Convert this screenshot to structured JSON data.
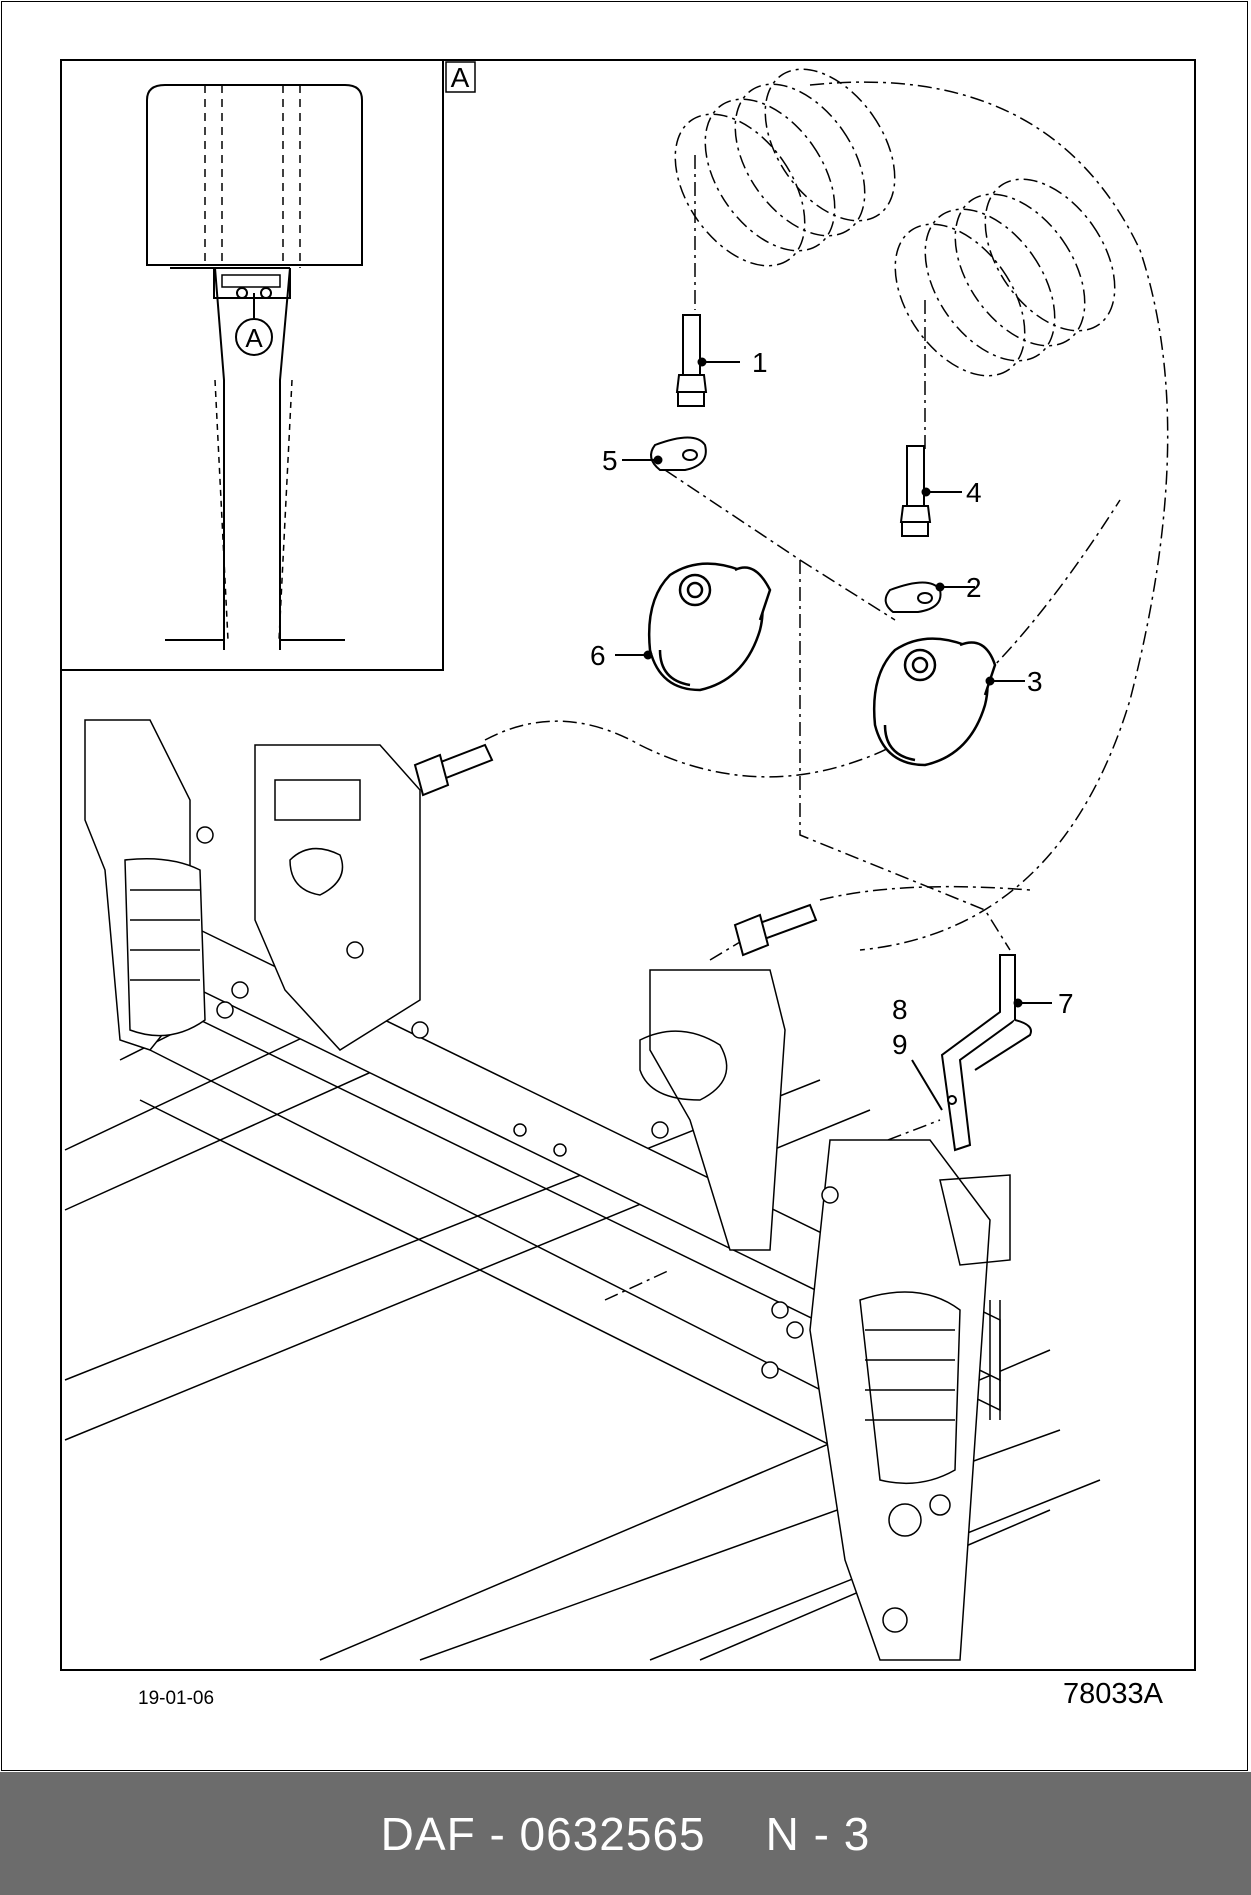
{
  "detail": {
    "box_label": "A",
    "callout_label": "A"
  },
  "callouts": {
    "c1": "1",
    "c2": "2",
    "c3": "3",
    "c4": "4",
    "c5": "5",
    "c6": "6",
    "c7": "7",
    "c8": "8",
    "c9": "9"
  },
  "meta": {
    "date": "19-01-06",
    "figure_ref": "78033A"
  },
  "footer": {
    "part_number": "DAF - 0632565",
    "page": "N - 3"
  }
}
